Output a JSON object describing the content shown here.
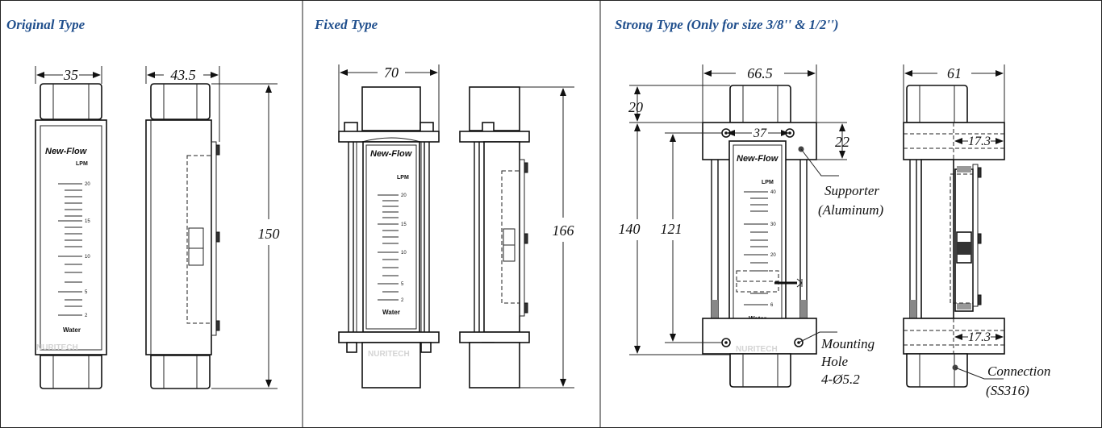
{
  "panels": [
    {
      "title": "Original Type",
      "dims": {
        "front_width": "35",
        "side_width": "43.5",
        "height": "150"
      },
      "scale": {
        "brand": "New-Flow",
        "unit": "LPM",
        "ticks": [
          "20",
          "15",
          "10",
          "5",
          "2"
        ],
        "fluid": "Water",
        "maker": "NURITECH"
      }
    },
    {
      "title": "Fixed Type",
      "dims": {
        "width": "70",
        "height": "166"
      },
      "scale": {
        "brand": "New-Flow",
        "unit": "LPM",
        "ticks": [
          "20",
          "15",
          "10",
          "5",
          "2"
        ],
        "fluid": "Water",
        "maker": "NURITECH"
      }
    },
    {
      "title": "Strong Type (Only for size 3/8'' & 1/2'')",
      "dims": {
        "front_width": "66.5",
        "side_width": "61",
        "top": "20",
        "hole_spacing": "37",
        "supporter_height": "22",
        "total_height": "140",
        "hole_height": "121",
        "conn_top": "17.3",
        "conn_bottom": "17.3"
      },
      "labels": {
        "supporter": "Supporter",
        "supporter_material": "(Aluminum)",
        "mounting": "Mounting",
        "hole": "Hole",
        "hole_spec": "4-Ø5.2",
        "connection": "Connection",
        "connection_material": "(SS316)"
      },
      "scale": {
        "brand": "New-Flow",
        "unit": "LPM",
        "ticks": [
          "40",
          "30",
          "20",
          "6"
        ],
        "fluid": "Water",
        "maker": "NURITECH"
      }
    }
  ]
}
